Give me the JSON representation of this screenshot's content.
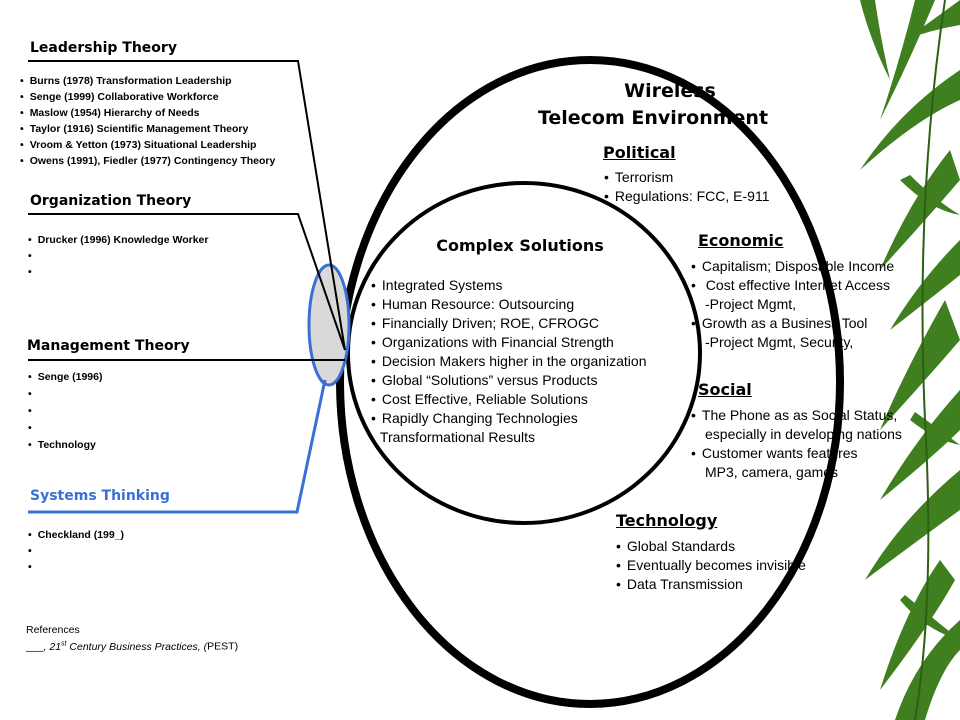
{
  "left": {
    "leadership": {
      "title": "Leadership Theory",
      "items": [
        "Burns (1978) Transformation Leadership",
        "Senge (1999) Collaborative Workforce",
        "Maslow (1954) Hierarchy of Needs",
        "Taylor (1916) Scientific Management Theory",
        "Vroom & Yetton (1973) Situational Leadership",
        "Owens (1991), Fiedler (1977) Contingency Theory"
      ]
    },
    "organization": {
      "title": "Organization Theory",
      "items": [
        "Drucker (1996) Knowledge Worker",
        "",
        ""
      ]
    },
    "management": {
      "title": "Management Theory",
      "items": [
        "Senge (1996)",
        "",
        "",
        "",
        "Technology"
      ]
    },
    "systems": {
      "title": "Systems Thinking",
      "items": [
        "Checkland (199_)",
        "",
        ""
      ]
    },
    "references": {
      "label": "References",
      "blank": "___",
      "century_prefix": ", 21",
      "superscript": "st",
      "century_suffix": " Century Business Practices, (",
      "pest": "PEST",
      "close": ")"
    }
  },
  "outer": {
    "title_line1": "Wireless",
    "title_line2": "Telecom Environment"
  },
  "political": {
    "title": "Political",
    "items": [
      "Terrorism",
      "Regulations: FCC, E-911"
    ]
  },
  "inner": {
    "title": "Complex Solutions",
    "items": [
      "Integrated Systems",
      "Human Resource: Outsourcing",
      "Financially Driven; ROE, CFROGC",
      "Organizations with Financial Strength",
      "Decision Makers higher in the organization",
      "Global “Solutions” versus Products",
      "Cost Effective, Reliable Solutions",
      "Rapidly Changing Technologies",
      "Transformational Results"
    ]
  },
  "economic": {
    "title": "Economic",
    "items": [
      "Capitalism; Disposable Income",
      " Cost effective Internet Access",
      " -Project Mgmt,",
      "Growth as a Business Tool",
      "-Project Mgmt, Security,"
    ]
  },
  "social": {
    "title": "Social",
    "items": [
      "The Phone as as Social Status,",
      "especially in developing nations",
      "Customer wants features",
      "MP3, camera, games"
    ]
  },
  "technology": {
    "title": "Technology",
    "items": [
      "Global Standards",
      "Eventually becomes invisible",
      "Data Transmission"
    ]
  },
  "colors": {
    "accent_blue": "#3a6fd6",
    "lens_fill": "#d9d9d9",
    "bamboo_green": "#3f7f1f"
  }
}
